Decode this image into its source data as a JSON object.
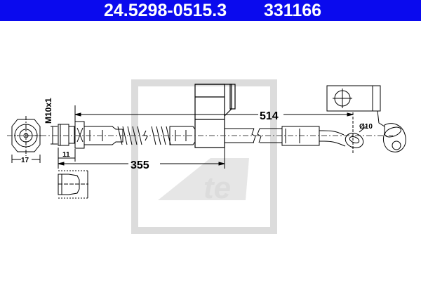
{
  "header": {
    "part_number": "24.5298-0515.3",
    "reference": "331166",
    "background": "#0a0aee"
  },
  "dimensions": {
    "nut_width": "17",
    "thread": "M10x1",
    "fitting_length": "11",
    "bracket_distance": "355",
    "total_length": "514",
    "banjo_diameter": "Ø10"
  },
  "watermark": {
    "logo": "Ate",
    "color": "#dcdcdc"
  }
}
